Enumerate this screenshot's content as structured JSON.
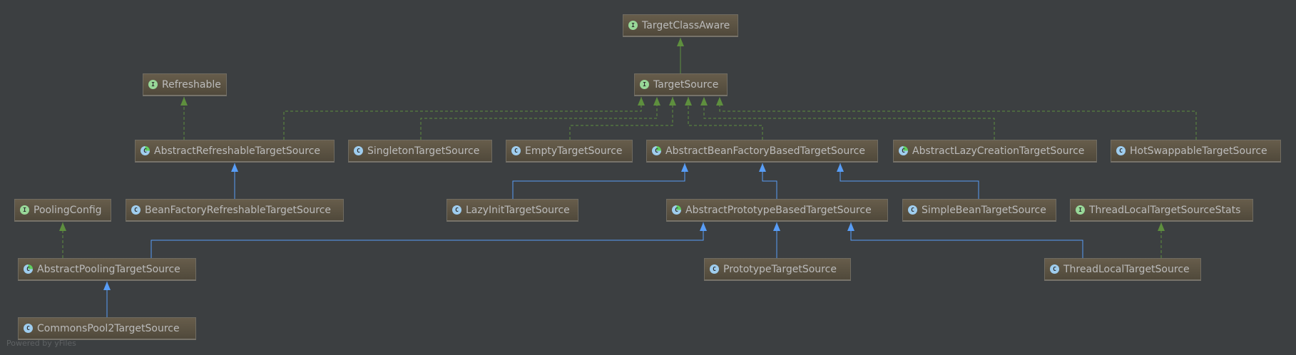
{
  "nodes": [
    {
      "label": "TargetClassAware",
      "kind": "interface",
      "icon": "I"
    },
    {
      "label": "TargetSource",
      "kind": "interface",
      "icon": "I"
    },
    {
      "label": "Refreshable",
      "kind": "interface",
      "icon": "I"
    },
    {
      "label": "AbstractRefreshableTargetSource",
      "kind": "abstract",
      "icon": "C"
    },
    {
      "label": "SingletonTargetSource",
      "kind": "class",
      "icon": "C"
    },
    {
      "label": "EmptyTargetSource",
      "kind": "class",
      "icon": "C"
    },
    {
      "label": "AbstractBeanFactoryBasedTargetSource",
      "kind": "abstract",
      "icon": "C"
    },
    {
      "label": "AbstractLazyCreationTargetSource",
      "kind": "abstract",
      "icon": "C"
    },
    {
      "label": "HotSwappableTargetSource",
      "kind": "class",
      "icon": "C"
    },
    {
      "label": "PoolingConfig",
      "kind": "interface",
      "icon": "I"
    },
    {
      "label": "BeanFactoryRefreshableTargetSource",
      "kind": "class",
      "icon": "C"
    },
    {
      "label": "LazyInitTargetSource",
      "kind": "class",
      "icon": "C"
    },
    {
      "label": "AbstractPrototypeBasedTargetSource",
      "kind": "abstract",
      "icon": "C"
    },
    {
      "label": "SimpleBeanTargetSource",
      "kind": "class",
      "icon": "C"
    },
    {
      "label": "ThreadLocalTargetSourceStats",
      "kind": "interface",
      "icon": "I"
    },
    {
      "label": "AbstractPoolingTargetSource",
      "kind": "abstract",
      "icon": "C"
    },
    {
      "label": "PrototypeTargetSource",
      "kind": "class",
      "icon": "C"
    },
    {
      "label": "ThreadLocalTargetSource",
      "kind": "class",
      "icon": "C"
    },
    {
      "label": "CommonsPool2TargetSource",
      "kind": "class",
      "icon": "C"
    }
  ],
  "footer": "Powered by yFiles",
  "colors": {
    "background": "#3c3f41",
    "implements": "#5e8f3e",
    "extends": "#589df6",
    "text": "#bbbbbb"
  }
}
